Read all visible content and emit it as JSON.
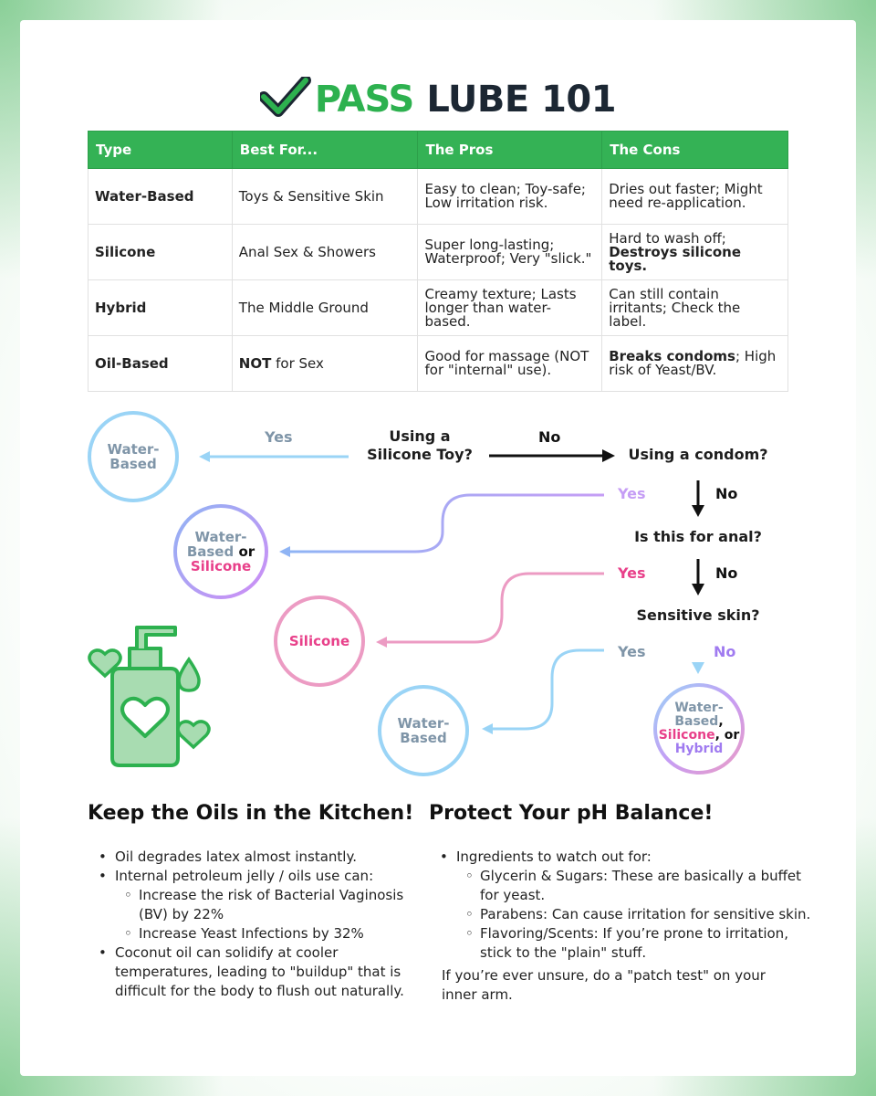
{
  "header": {
    "brand": "PASS",
    "title": "LUBE 101"
  },
  "colors": {
    "green": "#2db14f",
    "blue": "#9ad4f6",
    "purple": "#c59df5",
    "pink": "#ec9bc3",
    "slate": "#7f95a8",
    "hot_pink": "#e8408a"
  },
  "table": {
    "headers": [
      "Type",
      "Best For...",
      "The Pros",
      "The Cons"
    ],
    "rows": [
      {
        "type": "Water-Based",
        "best_prefix": "",
        "best": "Toys & Sensitive Skin",
        "pros": "Easy to clean; Toy-safe; Low irritation risk.",
        "cons_bold": "",
        "cons": "Dries out faster; Might need re-application.",
        "cons_tail_bold": ""
      },
      {
        "type": "Silicone",
        "best_prefix": "",
        "best": "Anal Sex & Showers",
        "pros": "Super long-lasting; Waterproof; Very \"slick.\"",
        "cons_bold": "",
        "cons": "Hard to wash off; ",
        "cons_tail_bold": "Destroys silicone toys."
      },
      {
        "type": "Hybrid",
        "best_prefix": "",
        "best": "The Middle Ground",
        "pros": "Creamy texture; Lasts longer than water-based.",
        "cons_bold": "",
        "cons": "Can still contain irritants; Check the label.",
        "cons_tail_bold": ""
      },
      {
        "type": "Oil-Based",
        "best_prefix": "NOT",
        "best": " for Sex",
        "pros": "Good for massage (NOT for \"internal\" use).",
        "cons_bold": "Breaks condoms",
        "cons": "; High risk of Yeast/BV.",
        "cons_tail_bold": ""
      }
    ]
  },
  "flow": {
    "q1": [
      "Using a",
      "Silicone Toy?"
    ],
    "q2": "Using a condom?",
    "q3": "Is this for anal?",
    "q4": "Sensitive skin?",
    "yes": "Yes",
    "no": "No",
    "or": "or",
    "n1": [
      "Water-",
      "Based"
    ],
    "n2": [
      "Water-",
      "Based",
      "Silicone"
    ],
    "n3": "Silicone",
    "n4": [
      "Water-",
      "Based"
    ],
    "n5": [
      "Water-",
      "Based",
      ",",
      "Silicone",
      ", or",
      "Hybrid"
    ]
  },
  "oils": {
    "title": "Keep the Oils in the Kitchen!",
    "b1": "Oil degrades latex almost instantly.",
    "b2": "Internal petroleum jelly / oils use can:",
    "b2a": "Increase the risk of Bacterial Vaginosis (BV) by 22%",
    "b2b": "Increase Yeast Infections by 32%",
    "b3": "Coconut oil can solidify at cooler temperatures, leading to \"buildup\" that is difficult for the body to flush out naturally."
  },
  "ph": {
    "title": "Protect Your pH Balance!",
    "b1": "Ingredients to watch out for:",
    "b1a": "Glycerin & Sugars: These are basically a buffet for yeast.",
    "b1b": "Parabens: Can cause irritation for sensitive skin.",
    "b1c": "Flavoring/Scents: If you’re prone to irritation, stick to the \"plain\" stuff.",
    "note": "If you’re ever unsure, do a \"patch test\" on your inner arm."
  }
}
